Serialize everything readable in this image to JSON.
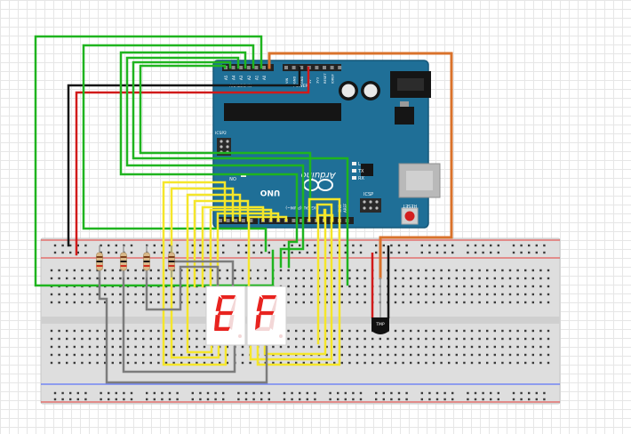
{
  "colors": {
    "board": "#1f6f97",
    "board_edge": "#16587a",
    "breadboard": "#dcdcdc",
    "rail_red": "#e53935",
    "rail_blue": "#3d5afe",
    "wire_green": "#1fb41f",
    "wire_yellow": "#f5e62a",
    "wire_gray": "#7c7c7c",
    "wire_orange": "#d9722b",
    "wire_red": "#d11a1a",
    "wire_black": "#161616",
    "segment_on": "#e8231f",
    "segment_off": "#f3d7d7"
  },
  "board": {
    "brand": "Arduino",
    "model": "UNO",
    "on_label": "ON",
    "tx_label": "TX",
    "rx_label": "RX",
    "l_label": "L",
    "icsp_label": "ICSP",
    "icsp2_label": "ICSP2",
    "reset_label": "RESET",
    "power_label": "POWER",
    "analog_label": "ANALOG IN",
    "digital_label": "DIGITAL (PWM~)",
    "aref_label": "AREF",
    "gnd_label": "GND",
    "analog_pins": [
      "A5",
      "A4",
      "A3",
      "A2",
      "A1",
      "A0"
    ],
    "power_pins": [
      "VIN",
      "GND",
      "GND",
      "5V",
      "3V3",
      "RESET",
      "IOREF"
    ]
  },
  "display": {
    "digits": [
      "E",
      "F"
    ]
  },
  "sensor": {
    "label": "TMP"
  }
}
